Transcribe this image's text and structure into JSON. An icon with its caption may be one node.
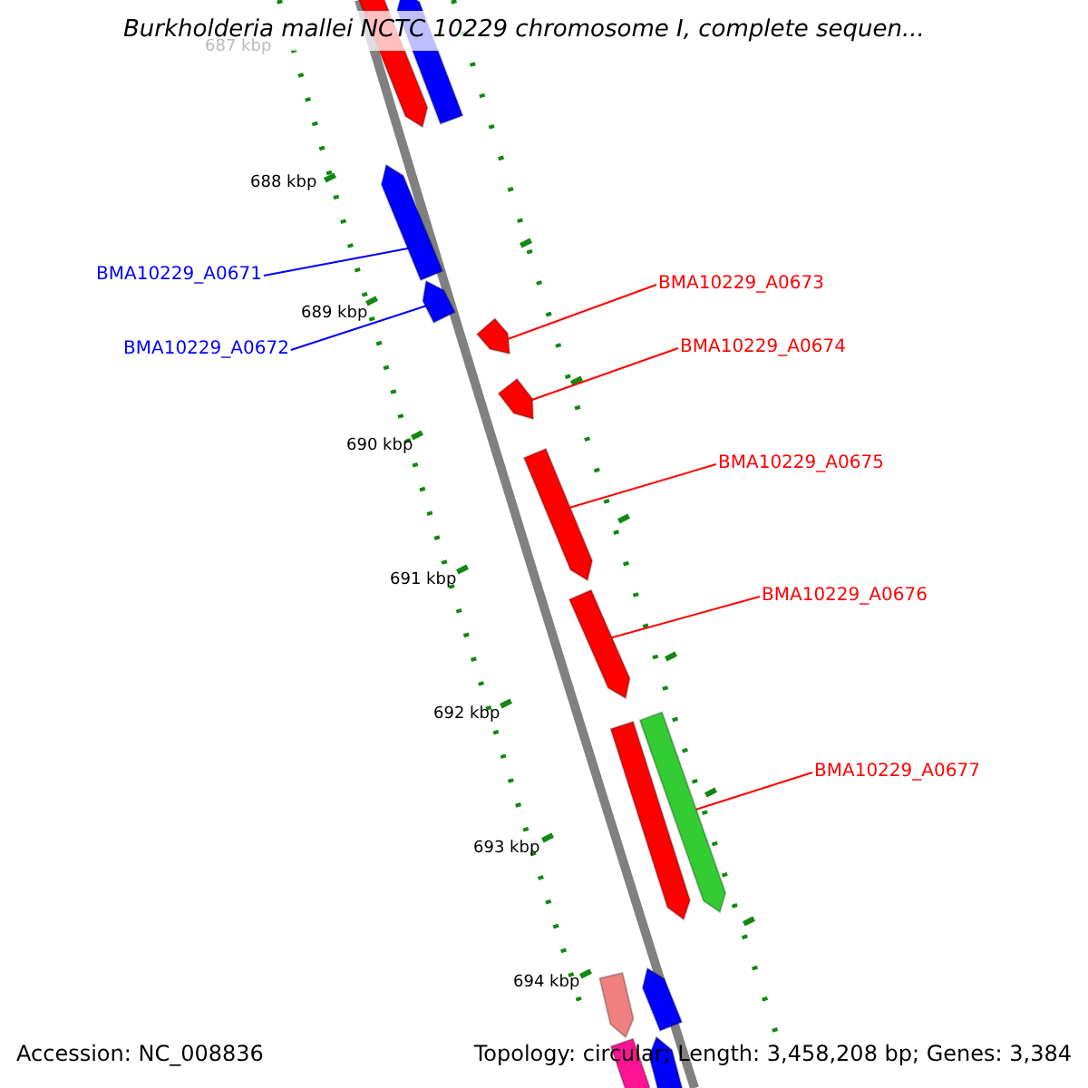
{
  "diagram": {
    "title": "Burkholderia mallei NCTC 10229 chromosome I, complete sequen...",
    "nodes": [
      {
        "text": [
          "BMA10229_A0671"
        ]
      },
      {
        "text": [],
        "shape": "bar"
      },
      {
        "text": [
          "BMA10229_A0672"
        ]
      },
      {
        "text": [],
        "shape": "bar"
      },
      {
        "text": [
          "BMA10229_A0673"
        ]
      },
      {
        "text": [],
        "shape": "bar"
      },
      {
        "text": [
          "BMA10229_A0674"
        ]
      },
      {
        "text": [],
        "shape": "bar"
      },
      {
        "text": [
          "BMA10229_A0675"
        ]
      },
      {
        "text": [],
        "shape": "bar"
      },
      {
        "text": [
          "BMA10229_A0676"
        ]
      },
      {
        "text": [],
        "shape": "bar"
      },
      {
        "text": [
          "BMA10229_A0677"
        ]
      },
      {
        "text": [],
        "shape": "bar"
      },
      {
        "text": [],
        "shape": "bar"
      },
      {
        "text": [],
        "shape": "bar"
      },
      {
        "text": [],
        "shape": "bar"
      },
      {
        "text": [],
        "shape": "bar"
      },
      {
        "text": [],
        "shape": "bar"
      },
      {
        "text": [],
        "shape": "bar"
      },
      {
        "text": [],
        "shape": "bar"
      }
    ],
    "edges": [
      {
        "from": 0,
        "to": 1,
        "arrow": "none",
        "color": "#0000ff"
      },
      {
        "from": 2,
        "to": 3,
        "arrow": "none",
        "color": "#0000ff"
      },
      {
        "from": 4,
        "to": 5,
        "arrow": "none"
      },
      {
        "from": 6,
        "to": 7,
        "arrow": "none"
      },
      {
        "from": 8,
        "to": 9,
        "arrow": "none"
      },
      {
        "from": 10,
        "to": 11,
        "arrow": "none"
      },
      {
        "from": 12,
        "to": 13,
        "arrow": "none"
      }
    ],
    "labels": [
      "687 kbp",
      "688 kbp",
      "689 kbp",
      "690 kbp",
      "691 kbp",
      "692 kbp",
      "693 kbp",
      "694 kbp",
      "Accession: NC_008836",
      "Topology: circular; Length: 3,458,208 bp; Genes: 3,384"
    ]
  }
}
